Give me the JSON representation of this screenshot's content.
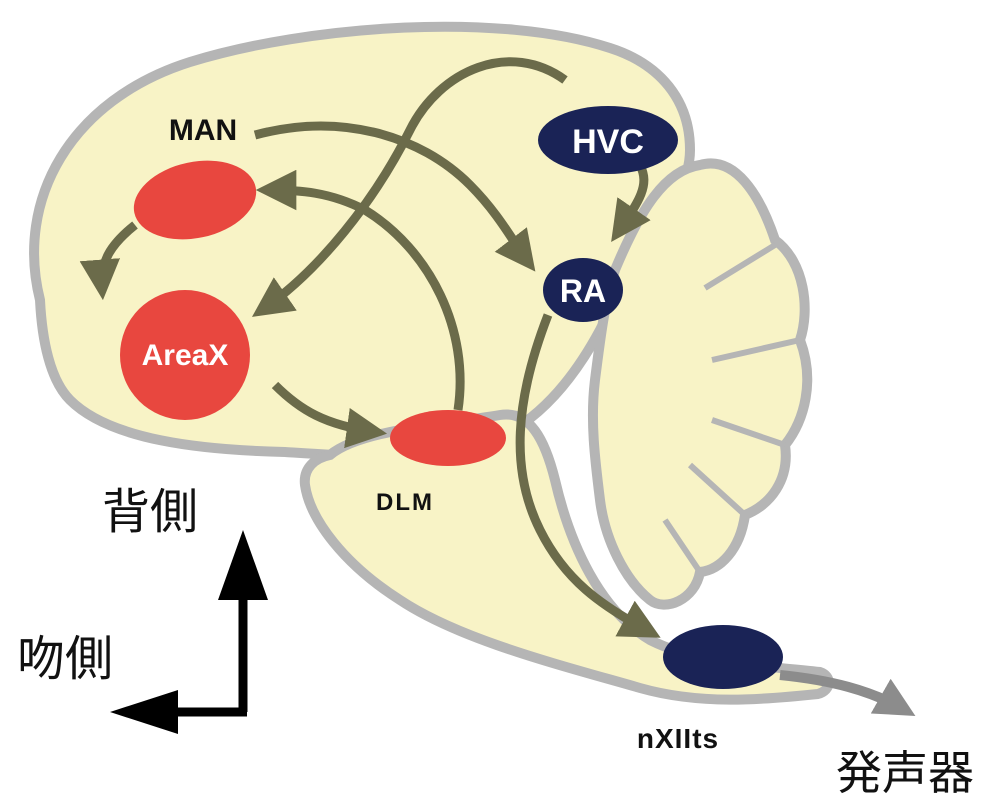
{
  "nuclei": {
    "man": "MAN",
    "areax": "AreaX",
    "dlm": "DLM",
    "hvc": "HVC",
    "ra": "RA",
    "nxiits": "nXIIts"
  },
  "directions": {
    "dorsal": "背側",
    "rostral": "吻側",
    "vocal_organ": "発声器"
  },
  "colors": {
    "brain_fill": "#f8f3c6",
    "brain_outline": "#b5b5b5",
    "anterior_nuclei": "#e8473f",
    "posterior_nuclei": "#1a2356",
    "pathway_arrows": "#6b6b4a",
    "output_arrow": "#8c8c8c",
    "axis_arrows": "#000000"
  }
}
